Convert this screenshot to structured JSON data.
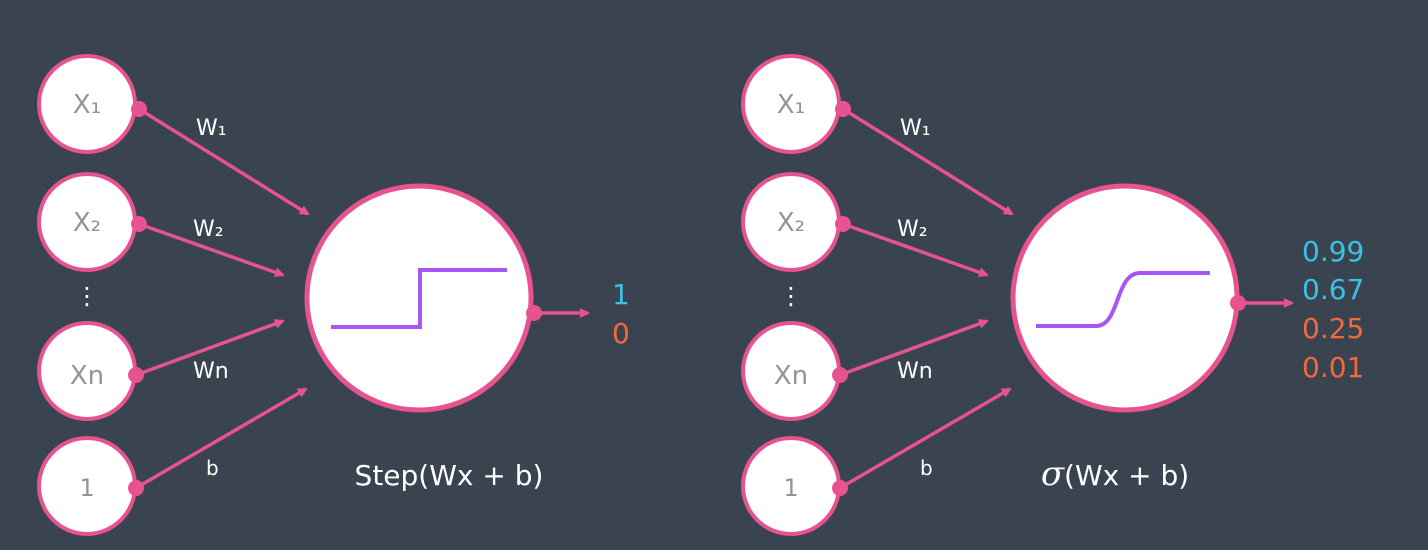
{
  "colors": {
    "background": "#3a4451",
    "node_border": "#e7538f",
    "arrow": "#e7538f",
    "activation_curve": "#a855f7",
    "output_positive": "#3cc0e6",
    "output_negative": "#f06a3a",
    "label_text": "#ffffff",
    "node_text": "#8e959c"
  },
  "left_perceptron": {
    "inputs": [
      {
        "name": "x1",
        "label": "X₁",
        "weight": "W₁"
      },
      {
        "name": "x2",
        "label": "X₂",
        "weight": "W₂"
      },
      {
        "name": "xn",
        "label": "Xn",
        "weight": "Wn"
      },
      {
        "name": "bias",
        "label": "1",
        "weight": "b"
      }
    ],
    "ellipsis": "⋮",
    "activation": "step",
    "formula": "Step(Wx + b)",
    "outputs": [
      {
        "value": "1",
        "color": "#3cc0e6"
      },
      {
        "value": "0",
        "color": "#f06a3a"
      }
    ]
  },
  "right_perceptron": {
    "inputs": [
      {
        "name": "x1",
        "label": "X₁",
        "weight": "W₁"
      },
      {
        "name": "x2",
        "label": "X₂",
        "weight": "W₂"
      },
      {
        "name": "xn",
        "label": "Xn",
        "weight": "Wn"
      },
      {
        "name": "bias",
        "label": "1",
        "weight": "b"
      }
    ],
    "ellipsis": "⋮",
    "activation": "sigmoid",
    "formula_symbol": "σ",
    "formula": "(Wx + b)",
    "outputs": [
      {
        "value": "0.99",
        "color": "#3cc0e6"
      },
      {
        "value": "0.67",
        "color": "#3cc0e6"
      },
      {
        "value": "0.25",
        "color": "#f06a3a"
      },
      {
        "value": "0.01",
        "color": "#f06a3a"
      }
    ]
  }
}
